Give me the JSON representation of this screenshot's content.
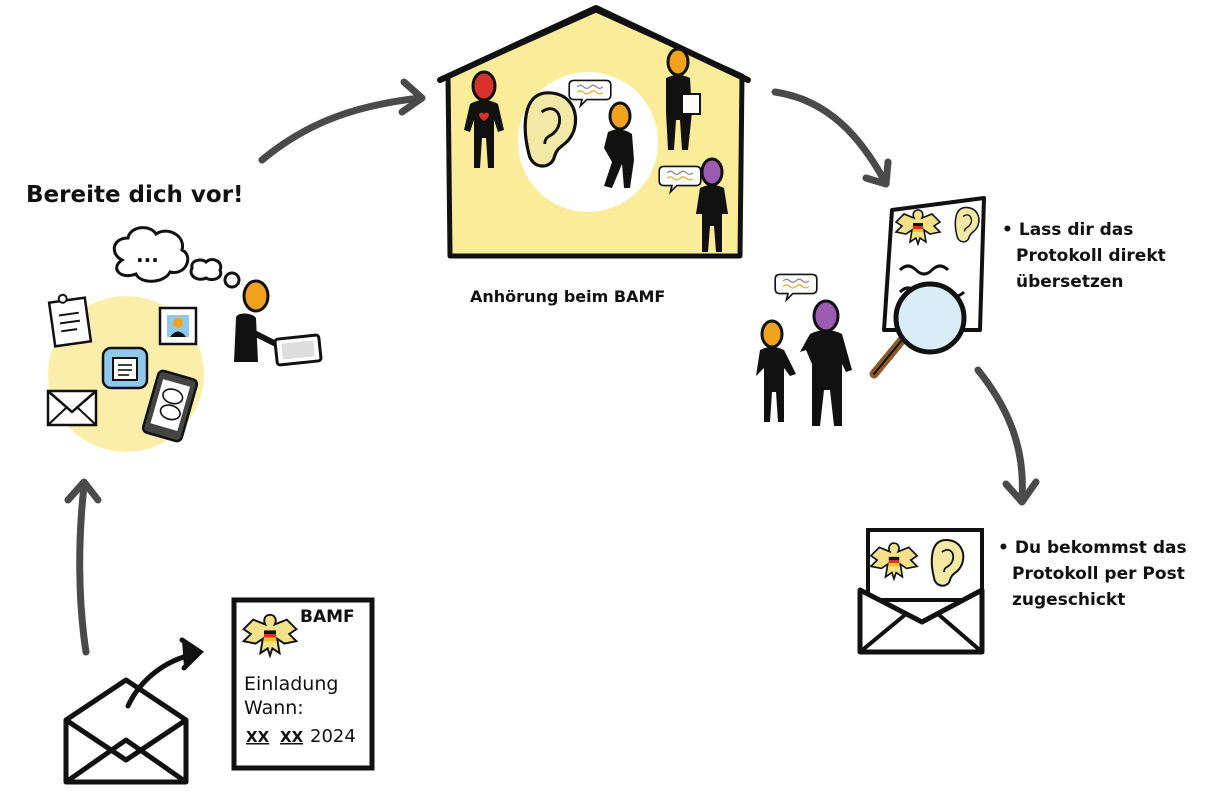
{
  "headline": "Bereite dich vor!",
  "house_caption": "Anhörung beim BAMF",
  "letter": {
    "org": "BAMF",
    "line1": "Einladung",
    "line2": "Wann:",
    "date_day": "XX",
    "date_month": "XX",
    "date_year": "2024"
  },
  "notes": [
    {
      "bullet": "•",
      "lines": [
        "Lass dir das",
        "Protokoll direkt",
        "übersetzen"
      ]
    },
    {
      "bullet": "•",
      "lines": [
        "Du bekommst das",
        "Protokoll per Post",
        "zugeschickt"
      ]
    }
  ],
  "thought_bubble": "...",
  "colors": {
    "outline": "#111111",
    "circle_fill": "#fbeeaa",
    "house_fill": "#fbec9a",
    "arrow": "#4a4a4a",
    "head_red": "#d8322c",
    "head_orange": "#f0a21d",
    "head_purple": "#9b5bb0",
    "document_blue": "#8fc8ea",
    "ear_fill": "#f3e9a6"
  },
  "icons": [
    "envelope-icon",
    "letter-icon",
    "eagle-icon",
    "ear-icon",
    "speech-bubble-icon",
    "thought-bubble-icon",
    "tablet-icon",
    "phone-icon",
    "clipboard-icon",
    "id-card-icon",
    "chat-icon",
    "mail-icon",
    "magnifier-icon",
    "house-icon",
    "person-icon"
  ]
}
